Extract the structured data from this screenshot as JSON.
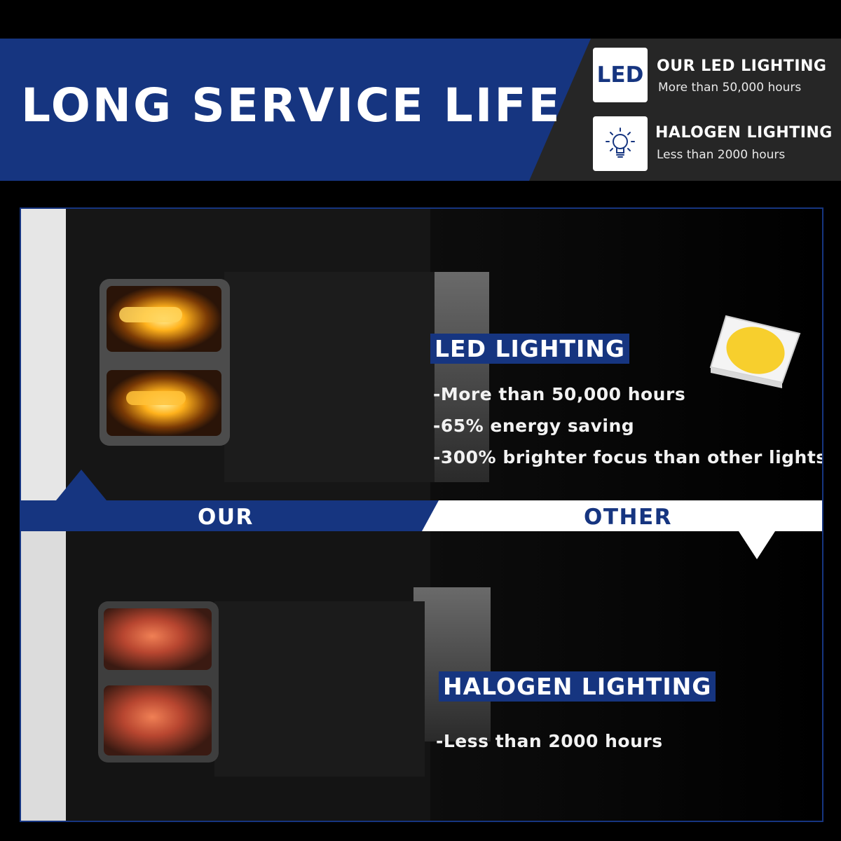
{
  "header": {
    "title": "LONG SERVICE LIFE",
    "led_legend": {
      "icon_text": "LED",
      "title": "OUR LED LIGHTING",
      "subtitle": "More than 50,000 hours"
    },
    "halogen_legend": {
      "icon": "bulb-icon",
      "title": "HALOGEN LIGHTING",
      "subtitle": "Less than 2000 hours"
    }
  },
  "our": {
    "label": "OUR",
    "heading": "LED LIGHTING",
    "points": [
      "-More than 50,000 hours",
      "-65% energy saving",
      "-300% brighter focus than other lights"
    ]
  },
  "other": {
    "label": "OTHER",
    "heading": "HALOGEN LIGHTING",
    "points": [
      "-Less than 2000 hours"
    ]
  },
  "colors": {
    "brand_blue": "#163580",
    "led_amber": "#ffa21a",
    "halogen_red": "#c24a35"
  }
}
